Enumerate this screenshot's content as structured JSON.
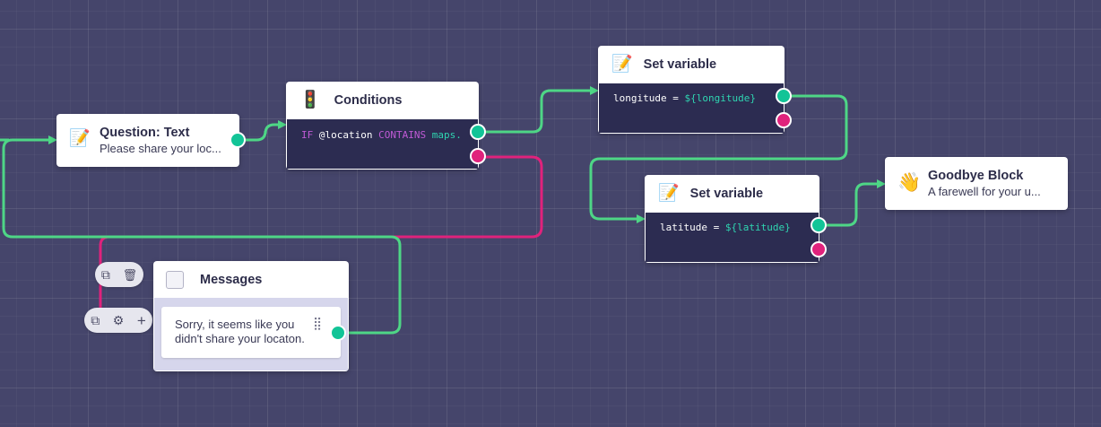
{
  "nodes": {
    "question": {
      "icon": "memo-icon",
      "emoji": "📝",
      "title": "Question: Text",
      "subtitle": "Please share your loc..."
    },
    "conditions": {
      "icon": "traffic-light-icon",
      "emoji": "🚦",
      "title": "Conditions",
      "rule": {
        "keyword_if": "IF",
        "variable": "@location",
        "operator": "CONTAINS",
        "value": "maps."
      }
    },
    "set_longitude": {
      "icon": "memo-icon",
      "emoji": "📝",
      "title": "Set variable",
      "var_name": "longitude",
      "equals": "=",
      "var_value": "${longitude}"
    },
    "set_latitude": {
      "icon": "memo-icon",
      "emoji": "📝",
      "title": "Set variable",
      "var_name": "latitude",
      "equals": "=",
      "var_value": "${latitude}"
    },
    "goodbye": {
      "icon": "waving-hand-icon",
      "emoji": "👋",
      "title": "Goodbye Block",
      "subtitle": "A farewell for your u..."
    },
    "messages": {
      "icon": "checkbox-icon",
      "title": "Messages",
      "message_line1": "Sorry, it seems like you",
      "message_line2": "didn't share your locaton.",
      "drag_handle": "⣿"
    }
  },
  "toolbars": {
    "node_tools": {
      "duplicate_icon": "⧉",
      "delete_icon": "🗑"
    },
    "message_tools": {
      "duplicate_icon": "⧉",
      "settings_icon": "⚙",
      "add_icon": "+"
    }
  },
  "colors": {
    "canvas_background": "#45456b",
    "success_wire": "#4ed686",
    "failure_wire": "#e0227c",
    "code_background": "#2c2c51",
    "keyword": "#c05ad6",
    "value": "#2fd5b1"
  }
}
